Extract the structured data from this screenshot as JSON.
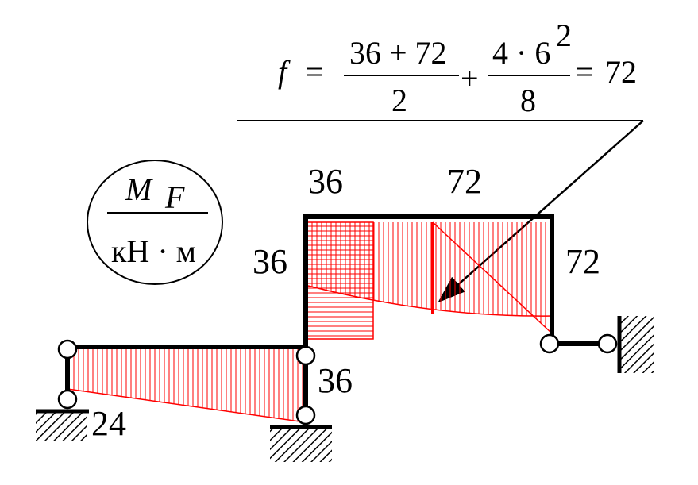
{
  "formula": {
    "lhs": "f",
    "eq1": "=",
    "frac1_num": "36 + 72",
    "frac1_den": "2",
    "plus": "+",
    "frac2_num_base": "4 · 6",
    "frac2_num_exp": "2",
    "frac2_den": "8",
    "eq2": "=",
    "result": "72"
  },
  "legend": {
    "symbol": "M",
    "subscript": "F",
    "units": "кН · м"
  },
  "labels": {
    "top_left": "36",
    "top_right": "72",
    "left_column": "36",
    "right_column": "72",
    "middle_column": "36",
    "left_support": "24"
  },
  "colors": {
    "frame": "#000000",
    "diagram": "#ff0000",
    "background": "#ffffff"
  }
}
